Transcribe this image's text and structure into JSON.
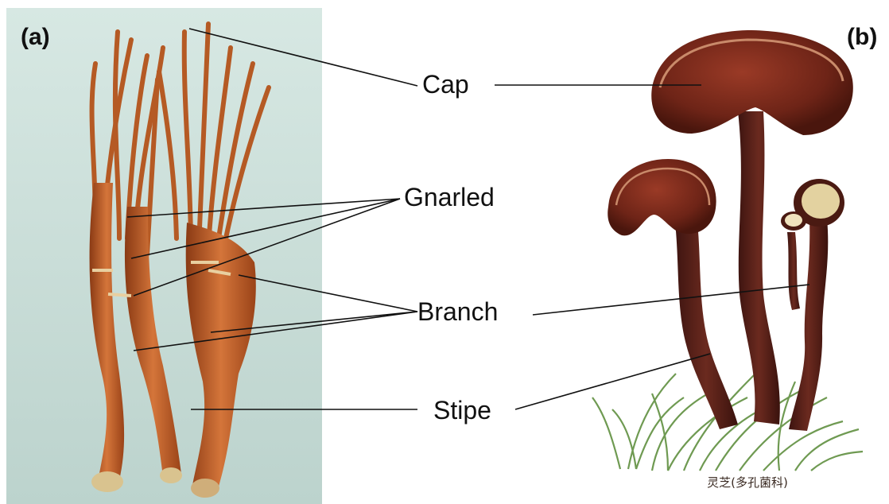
{
  "panels": {
    "left_label": "(a)",
    "right_label": "(b)"
  },
  "callouts": {
    "cap": "Cap",
    "gnarled": "Gnarled",
    "branch": "Branch",
    "stipe": "Stipe"
  },
  "caption": "灵芝(多孔菌科)",
  "colors": {
    "photo_background": "#c9ded9",
    "stem_orange": "#b4541f",
    "cap_red": "#7a2a1c",
    "cap_underside": "#e3d2a0",
    "grass_green": "#6f9a52"
  }
}
